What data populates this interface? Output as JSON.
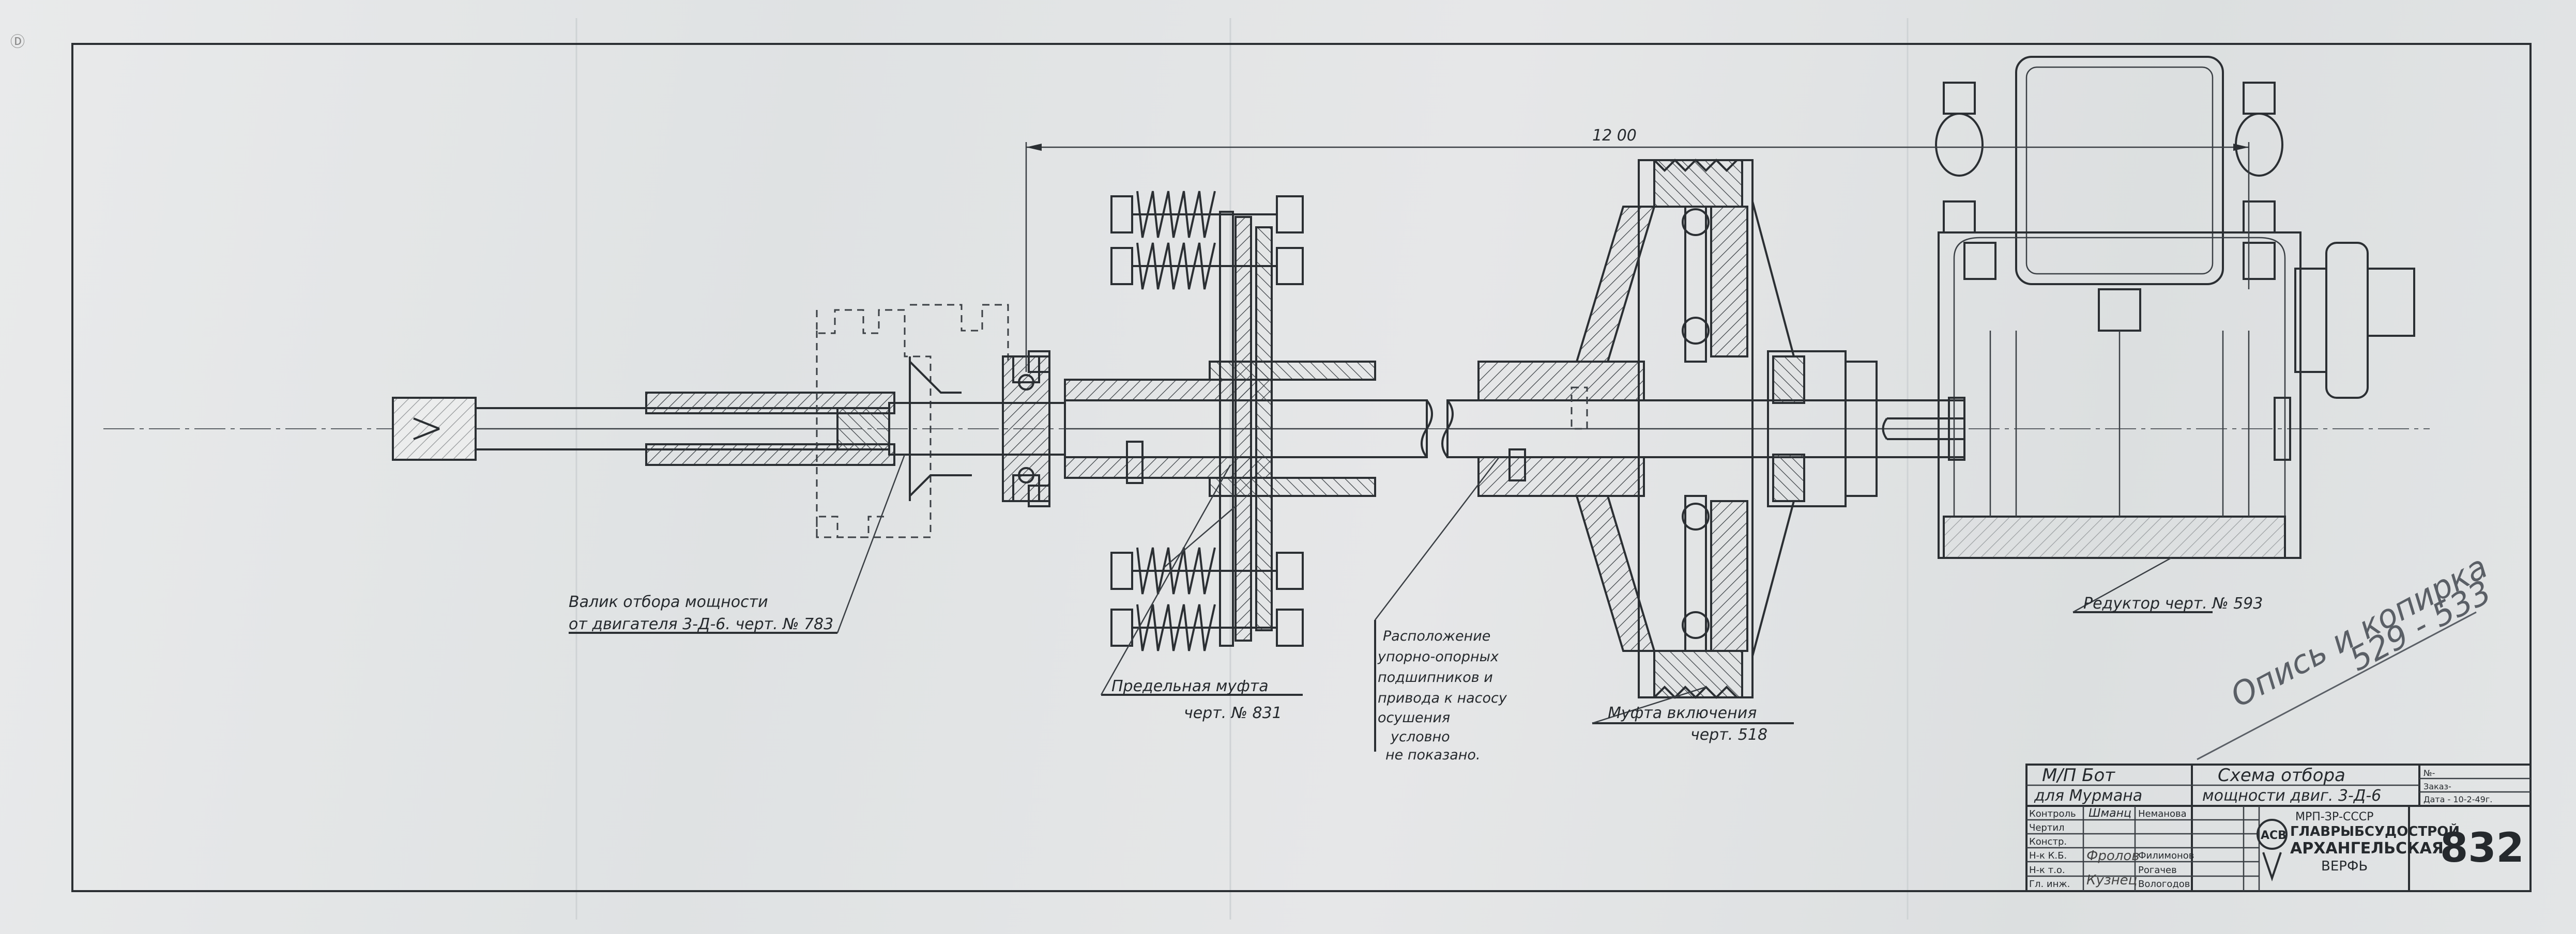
{
  "drawing": {
    "dimension": "12 00",
    "corner_mark": "Ⓓ",
    "labels": {
      "shaft_line1": "Валик отбора мощности",
      "shaft_line2": "от двигателя 3-Д-6. черт. № 783",
      "limit_clutch_line1": "Предельная муфта",
      "limit_clutch_line2": "черт. № 831",
      "bearing_line1": "Расположение",
      "bearing_line2": "упорно-опорных",
      "bearing_line3": "подшипников и",
      "bearing_line4": "привода к насосу",
      "bearing_line5": "осушения",
      "bearing_line6": "условно",
      "bearing_line7": "не показано.",
      "engage_clutch_line1": "Муфта включения",
      "engage_clutch_line2": "черт. 518",
      "reducer": "Редуктор черт. № 593"
    },
    "handwritten": {
      "line1": "Опись и копирка",
      "line2": "529 - 533"
    }
  },
  "title_block": {
    "vessel_line1": "М/П Бот",
    "vessel_line2": "для Мурмана",
    "title_line1": "Схема отбора",
    "title_line2": "мощности двиг. 3-Д-6",
    "field_no": "№-",
    "field_order": "Заказ-",
    "field_date": "Дата - 10-2-49г.",
    "roles": [
      "Контроль",
      "Чертил",
      "Констр.",
      "Н-к К.Б.",
      "Н-к т.о.",
      "Гл. инж."
    ],
    "signatures": [
      "Шманц",
      "Фролов",
      "Кузнец"
    ],
    "names": [
      "Неманова",
      "Филимонов",
      "Рогачев",
      "Вологодов"
    ],
    "logo_text": "АСВ",
    "org_line1": "МРП-ЗР-СССР",
    "org_line2": "ГЛАВРЫБСУДОСТРОЙ",
    "org_line3": "АРХАНГЕЛЬСКАЯ",
    "org_line4": "ВЕРФЬ",
    "drawing_number": "832"
  }
}
